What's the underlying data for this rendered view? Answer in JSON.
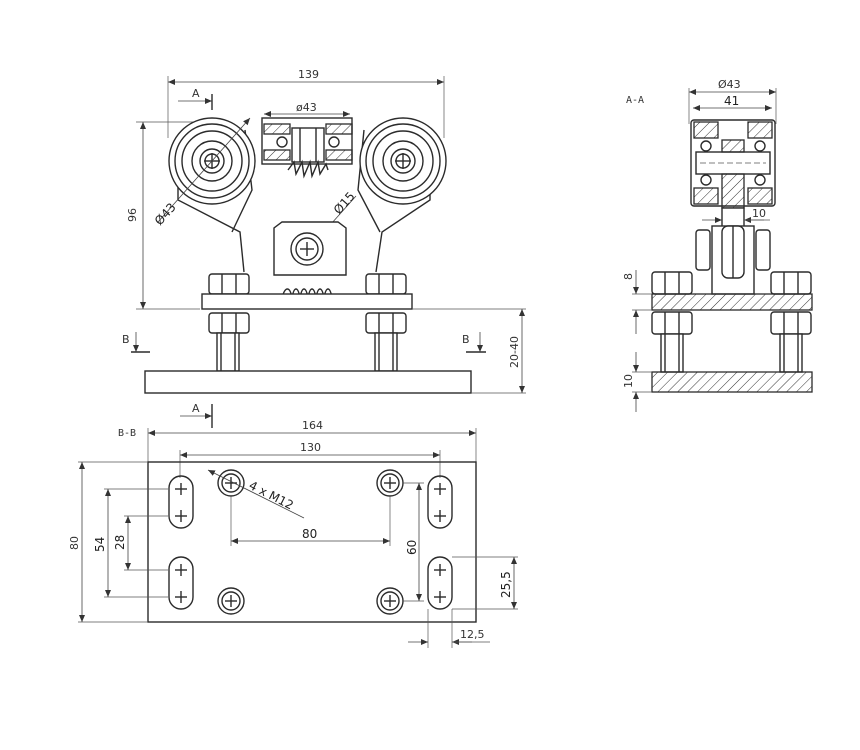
{
  "front_view": {
    "dim_width": "139",
    "dim_height": "96",
    "dim_center_bearing": "ø43",
    "dim_wheel": "Ø43",
    "dim_pin": "Ø15",
    "dim_adjust": "20-40",
    "section_a": "A",
    "section_b_left": "B",
    "section_b_right": "B"
  },
  "section_aa": {
    "title": "A-A",
    "dim_outer": "Ø43",
    "dim_inner": "41",
    "dim_gap": "10",
    "dim_plate_top": "8",
    "dim_plate_bottom": "10"
  },
  "section_bb": {
    "title": "B-B",
    "section_a": "A",
    "dim_total_width": "164",
    "dim_slot_span": "130",
    "dim_hole_span_x": "80",
    "dim_hole_span_y": "60",
    "dim_height": "80",
    "dim_slot_outer": "54",
    "dim_slot_inner": "28",
    "dim_slot_length": "25,5",
    "dim_slot_width": "12,5",
    "thread_label": "4 x M12"
  }
}
